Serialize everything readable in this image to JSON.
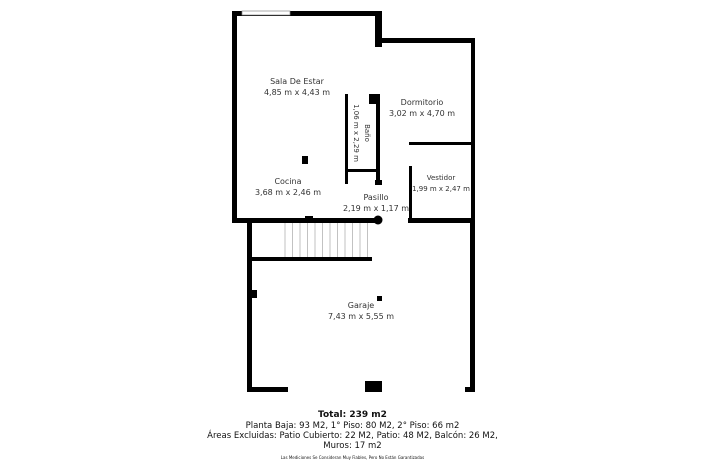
{
  "rooms": [
    {
      "name": "Sala De Estar",
      "size": "4,85 m x 4,43 m"
    },
    {
      "name": "Dormitorio",
      "size": "3,02 m x 4,70 m"
    },
    {
      "name": "Baño",
      "size": "1,06 m x 2,29 m"
    },
    {
      "name": "Cocina",
      "size": "3,68 m x 2,46 m"
    },
    {
      "name": "Pasillo",
      "size": "2,19 m x 1,17 m"
    },
    {
      "name": "Vestidor",
      "size": "1,99 m x 2,47 m"
    },
    {
      "name": "Garaje",
      "size": "7,43 m x 5,55 m"
    }
  ],
  "summary": {
    "total": "Total: 239 m2",
    "floors": "Planta Baja: 93 M2, 1° Piso: 80 M2, 2° Piso: 66 m2",
    "excluded": "Áreas Excluidas: Patio Cubierto: 22 M2, Patio: 48 M2, Balcón: 26 M2,",
    "walls": "Muros: 17 m2",
    "disclaimer": "Las Mediciones Se Consideran Muy Fiables, Pero No Están Garantizadas"
  },
  "colors": {
    "wall": "#000000",
    "text": "#333333"
  }
}
